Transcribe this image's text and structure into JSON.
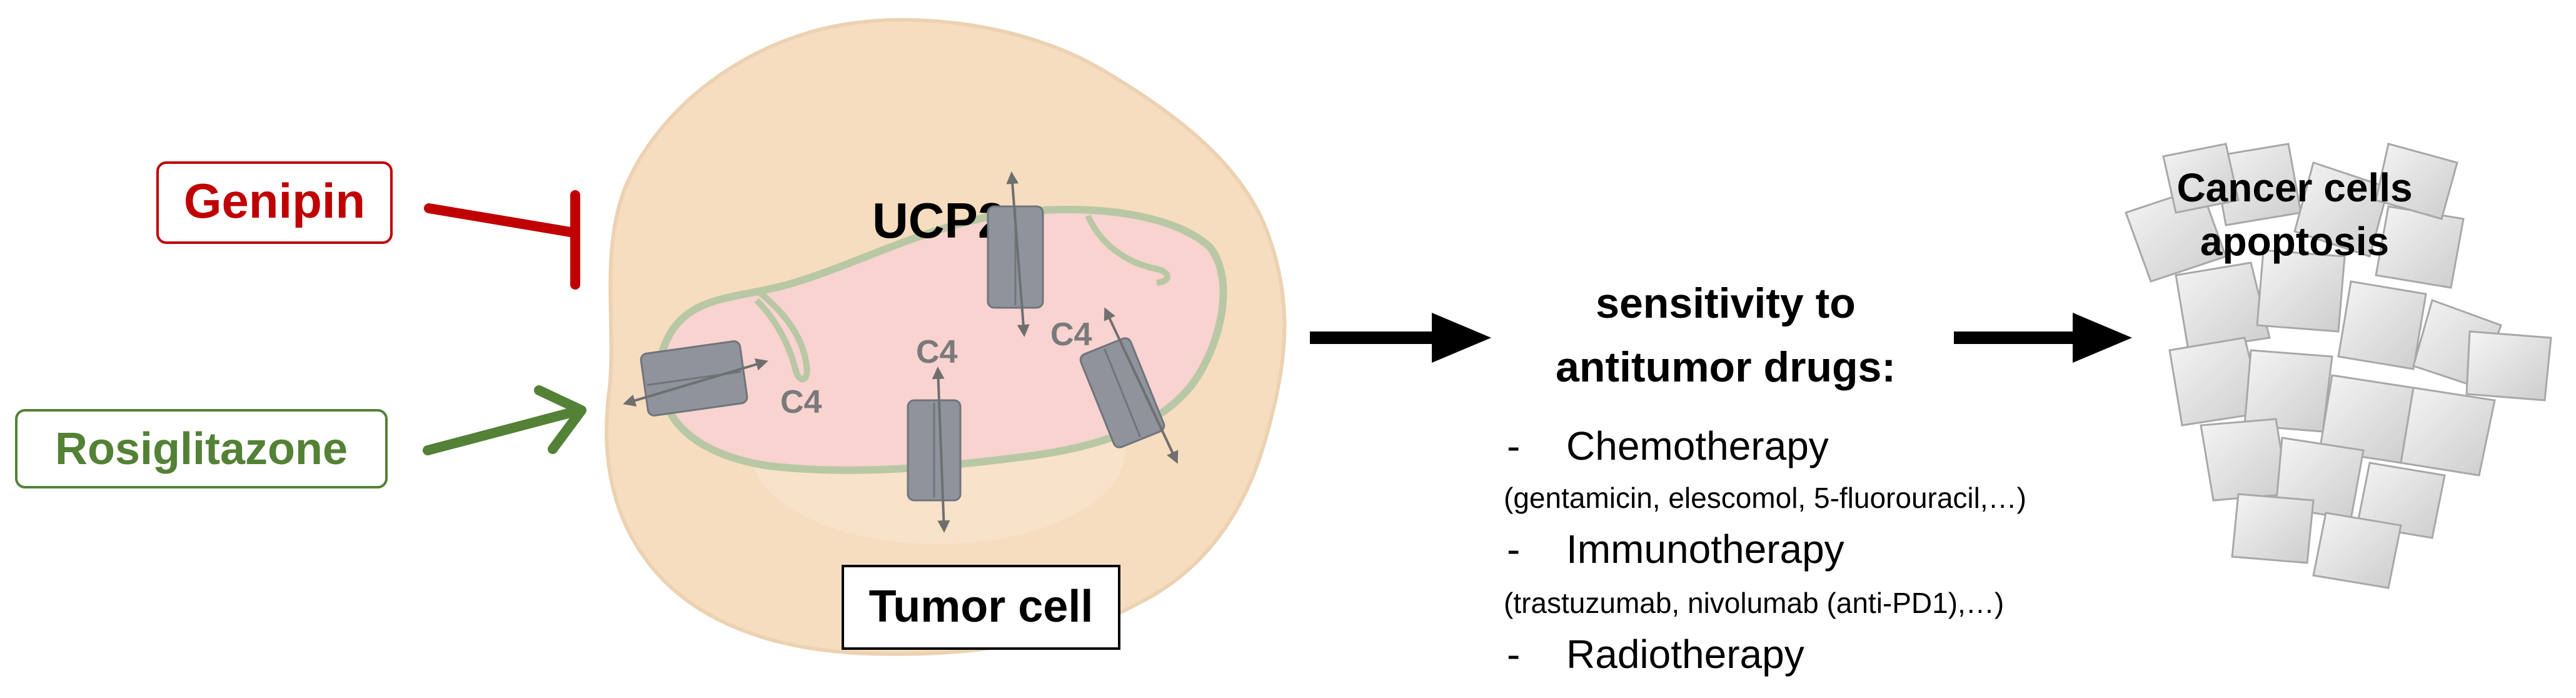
{
  "inhibitor": {
    "label": "Genipin",
    "color": "#c00000"
  },
  "activator": {
    "label": "Rosiglitazone",
    "color": "#538135"
  },
  "cell": {
    "protein_label": "UCP2",
    "substrate_labels": [
      "C4",
      "C4",
      "C4"
    ],
    "cell_label": "Tumor cell"
  },
  "outcome": {
    "title_line1": "sensitivity to",
    "title_line2": "antitumor drugs:",
    "items": [
      {
        "bullet": "-",
        "name": "Chemotherapy",
        "examples": "(gentamicin, elescomol, 5-fluorouracil,…)"
      },
      {
        "bullet": "-",
        "name": "Immunotherapy",
        "examples": "(trastuzumab, nivolumab (anti-PD1),…)"
      },
      {
        "bullet": "-",
        "name": "Radiotherapy",
        "examples": ""
      }
    ]
  },
  "result": {
    "line1": "Cancer cells",
    "line2": "apoptosis"
  },
  "colors": {
    "cell_fill": "#f6ddc0",
    "mito_fill": "#f8d3d0",
    "mito_stroke": "#b8c8a4",
    "channel": "#8f939c",
    "arrow": "#000000"
  }
}
